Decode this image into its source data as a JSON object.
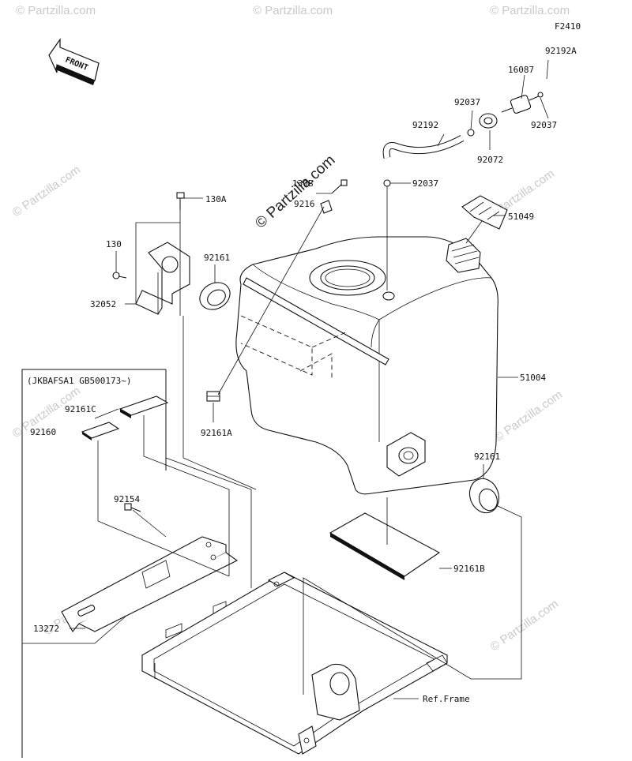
{
  "diagram": {
    "figure_code": "F2410",
    "front_label": "FRONT",
    "variant_note": "(JKBAFSA1 GB500173~)",
    "watermark": "© Partzilla.com"
  },
  "callouts": [
    {
      "id": "92192A",
      "text": "92192A"
    },
    {
      "id": "16087",
      "text": "16087"
    },
    {
      "id": "92037-left",
      "text": "92037"
    },
    {
      "id": "92037-right",
      "text": "92037"
    },
    {
      "id": "92192",
      "text": "92192"
    },
    {
      "id": "92072",
      "text": "92072"
    },
    {
      "id": "92037-mid",
      "text": "92037"
    },
    {
      "id": "130B",
      "text": "130B"
    },
    {
      "id": "92161-top",
      "text": "9216"
    },
    {
      "id": "130A",
      "text": "130A"
    },
    {
      "id": "51049",
      "text": "51049"
    },
    {
      "id": "130",
      "text": "130"
    },
    {
      "id": "92161-ring",
      "text": "92161"
    },
    {
      "id": "32052",
      "text": "32052"
    },
    {
      "id": "51004",
      "text": "51004"
    },
    {
      "id": "92161C",
      "text": "92161C"
    },
    {
      "id": "92160",
      "text": "92160"
    },
    {
      "id": "92161A",
      "text": "92161A"
    },
    {
      "id": "92161-right",
      "text": "92161"
    },
    {
      "id": "92154",
      "text": "92154"
    },
    {
      "id": "92161B",
      "text": "92161B"
    },
    {
      "id": "13272",
      "text": "13272"
    },
    {
      "id": "ref-frame",
      "text": "Ref.Frame"
    }
  ]
}
